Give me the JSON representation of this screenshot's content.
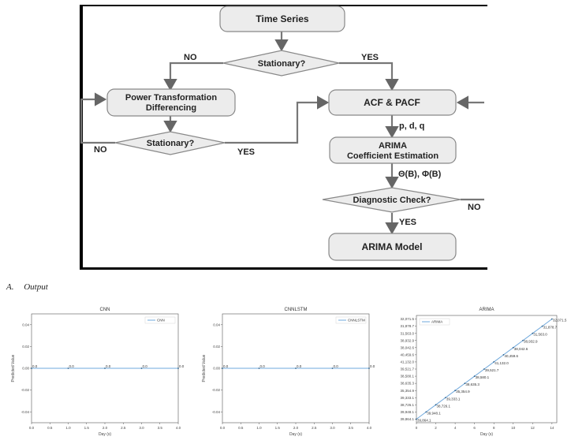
{
  "flowchart": {
    "nodes": {
      "time_series": "Time Series",
      "stationary_1": "Stationary?",
      "power_transform_1": "Power Transformation",
      "power_transform_2": "Differencing",
      "acf_pacf": "ACF & PACF",
      "stationary_2": "Stationary?",
      "arima_est_1": "ARIMA",
      "arima_est_2": "Coefficient Estimation",
      "diagnostic": "Diagnostic Check?",
      "arima_model": "ARIMA Model"
    },
    "edge_labels": {
      "no_1": "NO",
      "yes_1": "YES",
      "no_2": "NO",
      "yes_2": "YES",
      "pdq": "p, d, q",
      "theta_phi": "Θ(B), Φ(B)",
      "no_3": "NO",
      "yes_3": "YES"
    }
  },
  "section": {
    "number": "A.",
    "title": "Output"
  },
  "chart_data": [
    {
      "type": "line",
      "title": "CNN",
      "xlabel": "Day (s)",
      "ylabel": "Predicted Value",
      "x": [
        0,
        1,
        2,
        3,
        4
      ],
      "series": [
        {
          "name": "CNN",
          "values": [
            0.0,
            0.0,
            0.0,
            0.0,
            0.0
          ]
        }
      ],
      "point_labels": [
        "0.0",
        "0.0",
        "0.0",
        "0.0",
        "0.0"
      ],
      "xticks": [
        "0.0",
        "0.5",
        "1.0",
        "1.5",
        "2.0",
        "2.5",
        "3.0",
        "3.5",
        "4.0"
      ],
      "yticks": [
        "0.04",
        "0.02",
        "0.00",
        "-0.02",
        "-0.04"
      ],
      "xlim": [
        0,
        4
      ],
      "ylim": [
        -0.05,
        0.05
      ],
      "legend": "top-right",
      "color": "#6fa8dc"
    },
    {
      "type": "line",
      "title": "CNNLSTM",
      "xlabel": "Day (s)",
      "ylabel": "Predicted Value",
      "x": [
        0,
        1,
        2,
        3,
        4
      ],
      "series": [
        {
          "name": "CNNLSTM",
          "values": [
            0.0,
            0.0,
            0.0,
            0.0,
            0.0
          ]
        }
      ],
      "point_labels": [
        "0.0",
        "0.0",
        "0.0",
        "0.0",
        "0.0"
      ],
      "xticks": [
        "0.0",
        "0.5",
        "1.0",
        "1.5",
        "2.0",
        "2.5",
        "3.0",
        "3.5",
        "4.0"
      ],
      "yticks": [
        "0.04",
        "0.02",
        "0.00",
        "-0.02",
        "-0.04"
      ],
      "xlim": [
        0,
        4
      ],
      "ylim": [
        -0.05,
        0.05
      ],
      "legend": "top-right",
      "color": "#6fa8dc"
    },
    {
      "type": "line",
      "title": "ARIMA",
      "xlabel": "Day (s)",
      "ylabel": "",
      "x": [
        0,
        1,
        2,
        3,
        4,
        5,
        6,
        7,
        8,
        9,
        10,
        11,
        12,
        13,
        14
      ],
      "series": [
        {
          "name": "ARIMA",
          "values": [
            0,
            1,
            2,
            3,
            4,
            5,
            6,
            7,
            8,
            9,
            10,
            11,
            12,
            13,
            14
          ]
        }
      ],
      "point_labels": [
        "39,864.1",
        "39,948.1",
        "38,726.1",
        "39,333.1",
        "35,354.9",
        "38,635.3",
        "38,580.1",
        "39,521.7",
        "41,132.0",
        "40,459.6",
        "38,042.6",
        "38,932.9",
        "31,563.0",
        "31,878.7",
        "32,071.5"
      ],
      "xticks": [
        "0",
        "2",
        "4",
        "6",
        "8",
        "10",
        "12",
        "14"
      ],
      "yticks": [
        "32,071.5",
        "31,878.7",
        "31,563.0",
        "38,932.9",
        "38,042.6",
        "40,459.6",
        "41,132.0",
        "39,521.7",
        "38,580.1",
        "38,635.3",
        "35,354.9",
        "39,333.1",
        "38,726.1",
        "39,948.1",
        "39,864.1"
      ],
      "xlim": [
        0,
        14.5
      ],
      "ylim": [
        -0.5,
        14.5
      ],
      "legend": "top-left",
      "color": "#6fa8dc"
    }
  ]
}
